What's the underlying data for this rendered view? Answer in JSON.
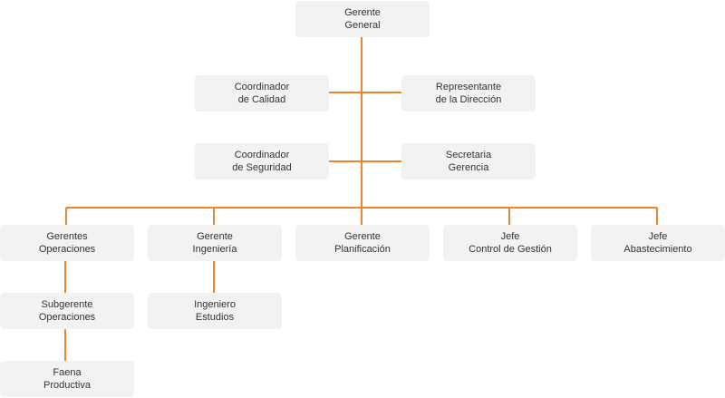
{
  "theme": {
    "connector_color": "#e8852e",
    "box_color": "#f2f2f2",
    "text_color": "#333333"
  },
  "org_chart": {
    "gerente_general": [
      "Gerente",
      "General"
    ],
    "coordinador_calidad": [
      "Coordinador",
      "de Calidad"
    ],
    "representante_direccion": [
      "Representante",
      "de la Dirección"
    ],
    "coordinador_seguridad": [
      "Coordinador",
      "de Seguridad"
    ],
    "secretaria_gerencia": [
      "Secretaria",
      "Gerencia"
    ],
    "gerentes_operaciones": [
      "Gerentes",
      "Operaciones"
    ],
    "gerente_ingenieria": [
      "Gerente",
      "Ingeniería"
    ],
    "gerente_planificacion": [
      "Gerente",
      "Planificación"
    ],
    "jefe_control_gestion": [
      "Jefe",
      "Control de Gestión"
    ],
    "jefe_abastecimiento": [
      "Jefe",
      "Abastecimiento"
    ],
    "subgerente_operaciones": [
      "Subgerente",
      "Operaciones"
    ],
    "ingeniero_estudios": [
      "Ingeniero",
      "Estudios"
    ],
    "faena_productiva": [
      "Faena",
      "Productiva"
    ]
  }
}
